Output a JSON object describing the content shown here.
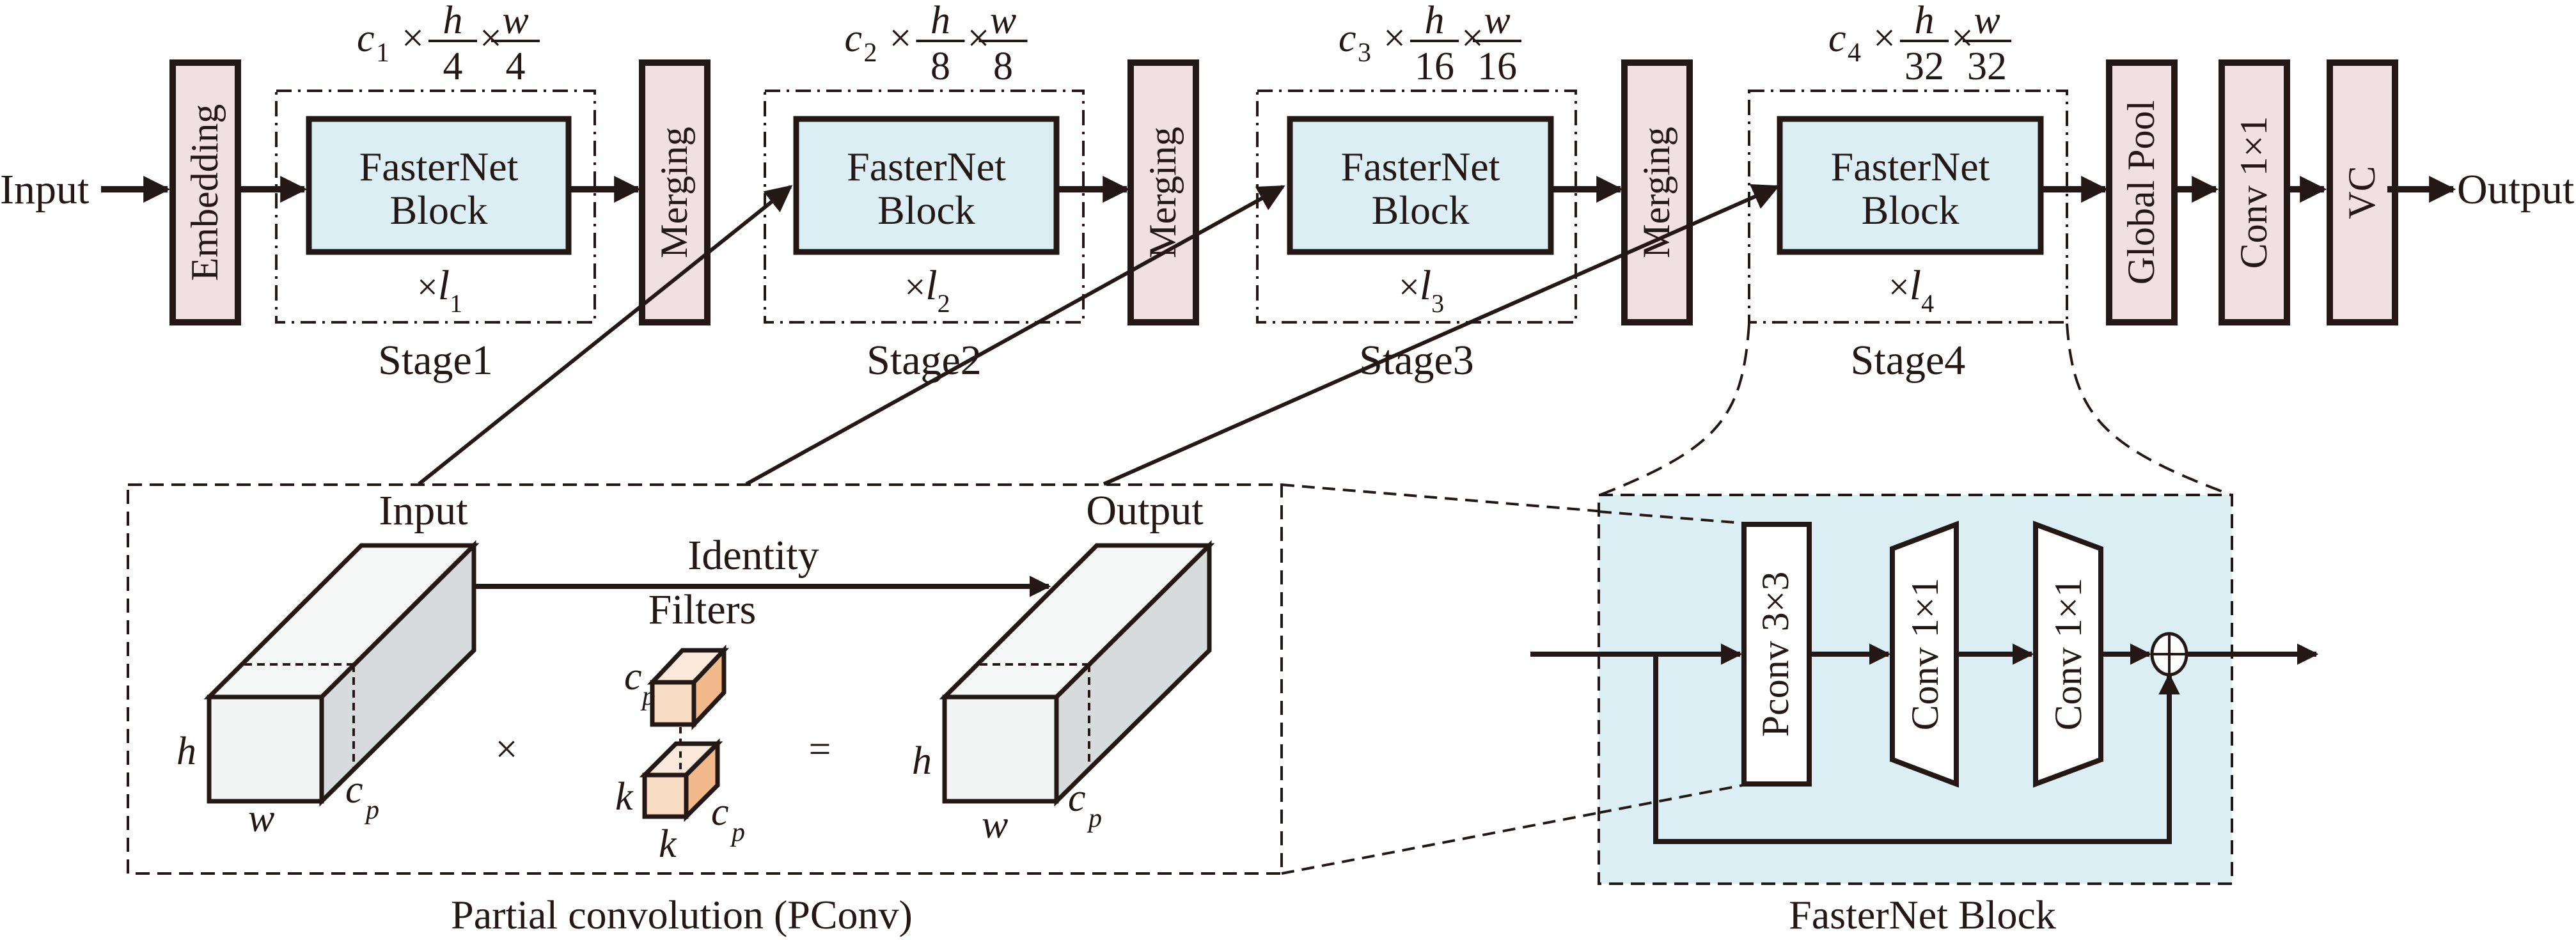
{
  "colors": {
    "ink": "#231815",
    "module_fill": "#f1e0e0",
    "block_fill": "#dbeef3",
    "cuboid_front": "#f3f4f4",
    "cuboid_top": "#f6f7f7",
    "cuboid_side": "#d7dbdc",
    "filter_front": "#f9dcc4",
    "filter_top": "#fbe9dc",
    "filter_side": "#f2b98a"
  },
  "pipeline": {
    "input_label": "Input",
    "output_label": "Output",
    "embedding_label": "Embedding",
    "merging_label": "Merging",
    "global_pool_label": "Global Pool",
    "conv_label": "Conv 1×1",
    "vc_label": "VC",
    "block_line1": "FasterNet",
    "block_line2": "Block",
    "stages": [
      {
        "name": "Stage1",
        "repeat_prefix": "×",
        "repeat_var": "l",
        "repeat_sub": "1",
        "dim_c": "c",
        "dim_c_sub": "1",
        "dim_h": "h",
        "dim_w": "w",
        "dim_div": "4"
      },
      {
        "name": "Stage2",
        "repeat_prefix": "×",
        "repeat_var": "l",
        "repeat_sub": "2",
        "dim_c": "c",
        "dim_c_sub": "2",
        "dim_h": "h",
        "dim_w": "w",
        "dim_div": "8"
      },
      {
        "name": "Stage3",
        "repeat_prefix": "×",
        "repeat_var": "l",
        "repeat_sub": "3",
        "dim_c": "c",
        "dim_c_sub": "3",
        "dim_h": "h",
        "dim_w": "w",
        "dim_div": "16"
      },
      {
        "name": "Stage4",
        "repeat_prefix": "×",
        "repeat_var": "l",
        "repeat_sub": "4",
        "dim_c": "c",
        "dim_c_sub": "4",
        "dim_h": "h",
        "dim_w": "w",
        "dim_div": "32"
      }
    ],
    "times": "×"
  },
  "pconv": {
    "caption": "Partial convolution (PConv)",
    "input_label": "Input",
    "output_label": "Output",
    "identity_label": "Identity",
    "filters_label": "Filters",
    "times_sign": "×",
    "equals_sign": "=",
    "h": "h",
    "w": "w",
    "k": "k",
    "c": "c",
    "p": "p"
  },
  "block_detail": {
    "caption": "FasterNet Block",
    "pconv_label": "Pconv 3×3",
    "conv1_label": "Conv 1×1",
    "conv2_label": "Conv 1×1",
    "add_symbol": "⊕"
  }
}
